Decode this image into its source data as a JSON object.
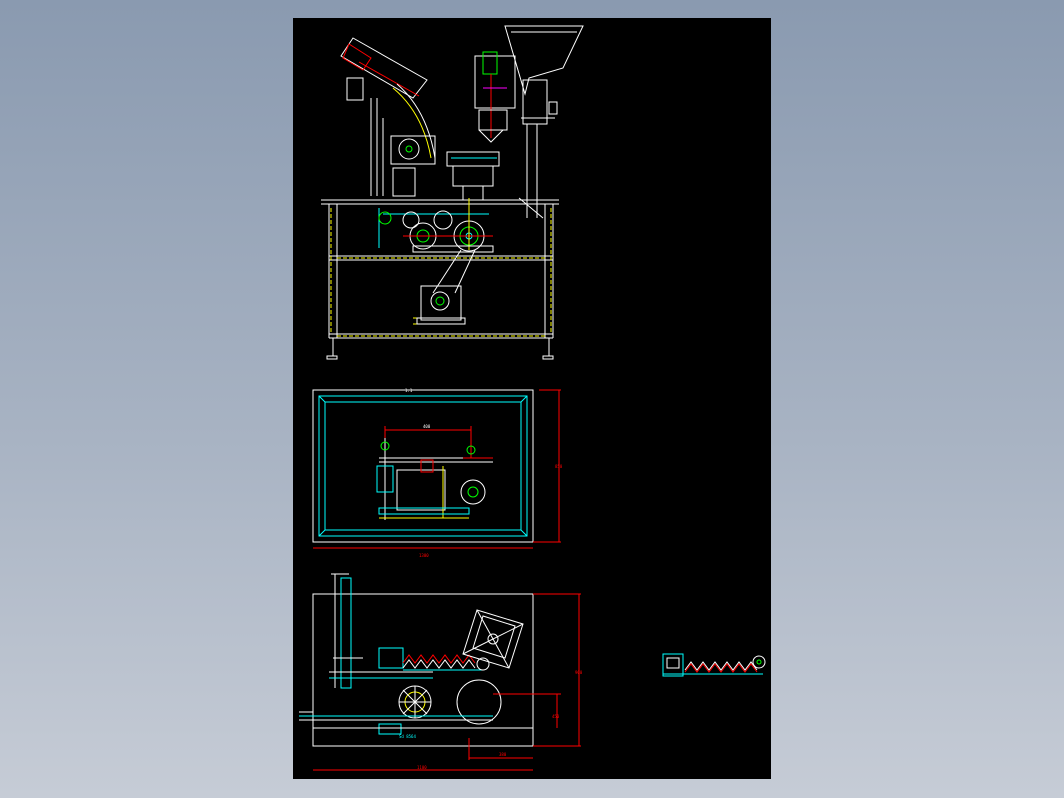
{
  "drawing": {
    "background": "#000000",
    "colors": {
      "outline": "#ffffff",
      "cyan": "#00ffff",
      "yellow": "#ffff00",
      "green": "#00ff00",
      "red": "#ff0000",
      "magenta": "#ff00ff",
      "blue": "#4060ff"
    }
  },
  "dimensions": {
    "top_width": "400",
    "top_depth_overall": "850",
    "top_width_overall": "1300",
    "side_height": "900",
    "side_width_overall": "1100",
    "side_offset": "380",
    "side_small": "450",
    "label_box": "Sd 8564",
    "plan_tag": "1:1"
  }
}
